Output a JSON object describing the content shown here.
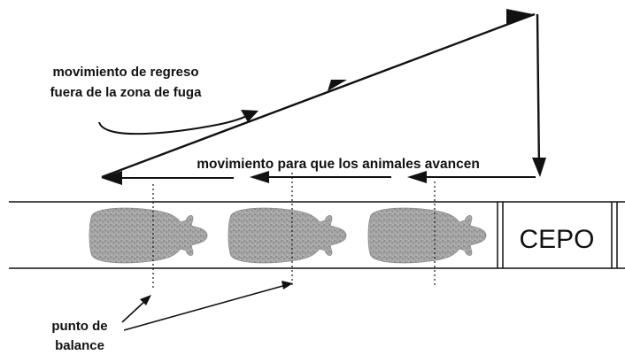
{
  "labels": {
    "return_line1": "movimiento de regreso",
    "return_line2": "fuera de la zona de fuga",
    "forward": "movimiento para que los animales avancen",
    "chute": "CEPO",
    "balance_line1": "punto de",
    "balance_line2": "balance"
  },
  "colors": {
    "line": "#111111",
    "animal": "#9a9a9a",
    "background": "#ffffff"
  },
  "icons": {
    "animal": "cow-top-view-icon"
  }
}
